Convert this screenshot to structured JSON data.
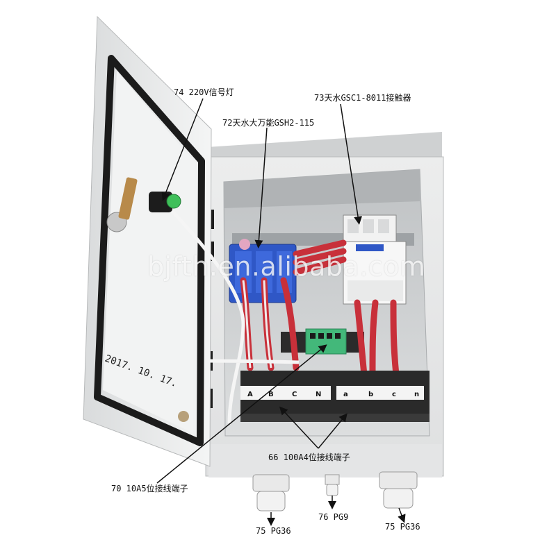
{
  "labels": {
    "signal_lamp": "74 220V信号灯",
    "universal_switch": "72天水大万能GSH2-115",
    "contactor": "73天水GSC1-8011接触器",
    "terminal_100a": "66 100A4位接线端子",
    "terminal_10a": "70 10A5位接线端子",
    "gland_left": "75 PG36",
    "gland_middle": "76 PG9",
    "gland_right": "75 PG36"
  },
  "watermark": "bjfth.en.alibaba.com",
  "door_date": "2017. 10. 17.",
  "terminal_markings_left": [
    "A",
    "B",
    "C",
    "N"
  ],
  "terminal_markings_right": [
    "a",
    "b",
    "c",
    "n"
  ],
  "colors": {
    "cabinet": "#e8e9ea",
    "interior": "#d7d9da",
    "switch_blue": "#2f57c6",
    "cable_red": "#c8303a",
    "terminal_green": "#43b87a",
    "gasket_black": "#1b1b1b"
  }
}
